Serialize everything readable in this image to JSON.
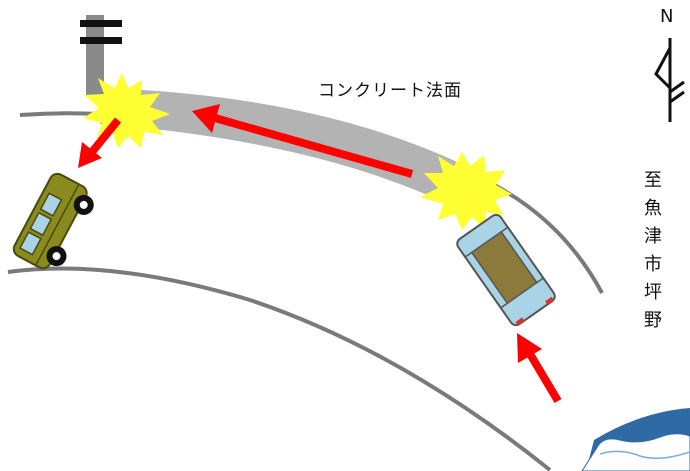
{
  "labels": {
    "wall": "コンクリート法面",
    "north": "N",
    "destination": "至魚津市坪野"
  },
  "colors": {
    "arrow": "#ff0000",
    "impact": "#ffff33",
    "wall": "#b0b0b0",
    "pole": "#808080",
    "car_olive": "#8a8a1e",
    "car_tan": "#8b7a3a",
    "car_glass": "#a8d4e6",
    "sea": "#2f6aa4"
  },
  "icons": [
    "north-arrow-icon",
    "utility-pole-icon",
    "impact-star-icon",
    "car-icon"
  ]
}
